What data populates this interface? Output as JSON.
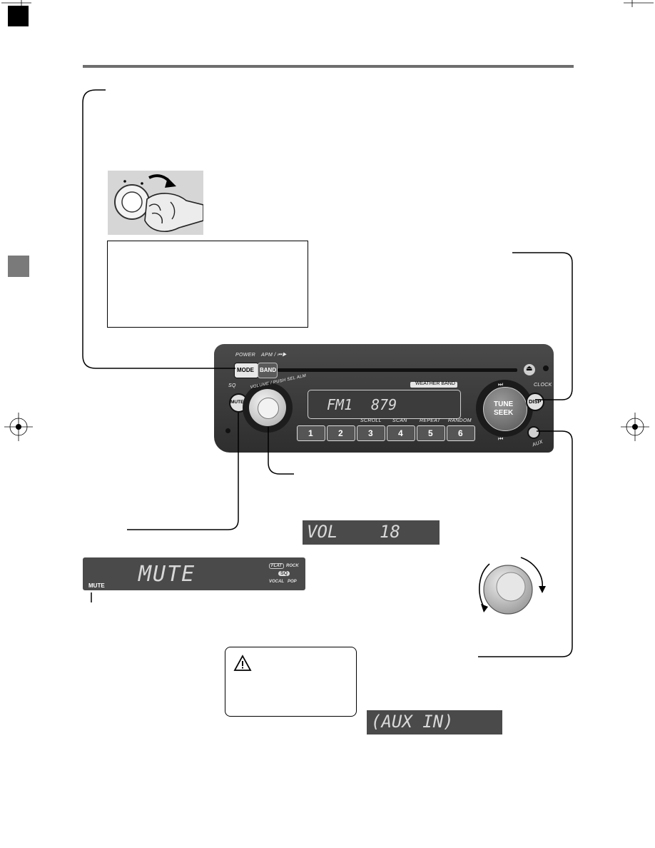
{
  "colors": {
    "page": "#ffffff",
    "rule": "#6e6e6e",
    "panel": "#3a3a3a",
    "lcd_text": "#d8d8d8"
  },
  "radio": {
    "top_labels": {
      "power": "POWER",
      "apm": "APM / ⏮▶"
    },
    "mode_label": "MODE",
    "band_label": "BAND",
    "sq_label": "SQ",
    "mute_label": "MUTE",
    "knob_label": "VOLUME / PUSH SEL ALM",
    "weather_band": "WEATHER BAND",
    "clock_label": "CLOCK",
    "disp_label": "DISP",
    "tune_label": "TUNE",
    "seek_label": "SEEK",
    "aux_label": "AUX",
    "display": {
      "band": "FM1",
      "freq": "879"
    },
    "presets": [
      {
        "label": "1",
        "caption": ""
      },
      {
        "label": "2",
        "caption": ""
      },
      {
        "label": "3",
        "caption": "SCROLL"
      },
      {
        "label": "4",
        "caption": "SCAN"
      },
      {
        "label": "5",
        "caption": "REPEAT"
      },
      {
        "label": "6",
        "caption": "RANDOM"
      }
    ]
  },
  "displays": {
    "vol": {
      "text": "VOL",
      "value": "18"
    },
    "mute": {
      "text": "MUTE",
      "indicator": "MUTE",
      "sound_modes": [
        "FLAT",
        "ROCK",
        "SQ",
        "VOCAL",
        "POP"
      ]
    },
    "aux": {
      "text": "(AUX IN)"
    }
  }
}
